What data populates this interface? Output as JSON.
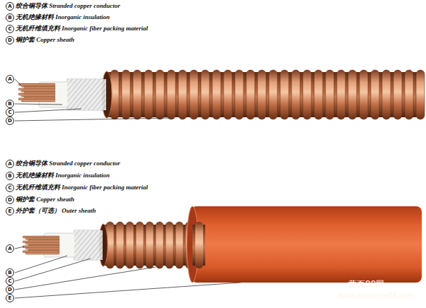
{
  "diagram": {
    "labels": [
      "A",
      "绞合铜导体 Stranded copper conductor",
      "B",
      "无机绝缘材料 Inorganic insulation",
      "C",
      "无机纤维填充料 Inorganic fiber packing material",
      "D",
      "铜护套 Copper sheath",
      "A",
      "B",
      "C",
      "D",
      "A",
      "绞合铜导体 Stranded copper conductor",
      "B",
      "无机绝缘材料 Inorganic insulation",
      "C",
      "无机纤维填充料 Inorganic fiber packing material",
      "D",
      "铜护套 Copper sheath",
      "E",
      "外护套（可选） Outer sheath",
      "A",
      "B",
      "C",
      "D",
      "E",
      "黄页88网",
      "www.huangye88.com"
    ]
  }
}
